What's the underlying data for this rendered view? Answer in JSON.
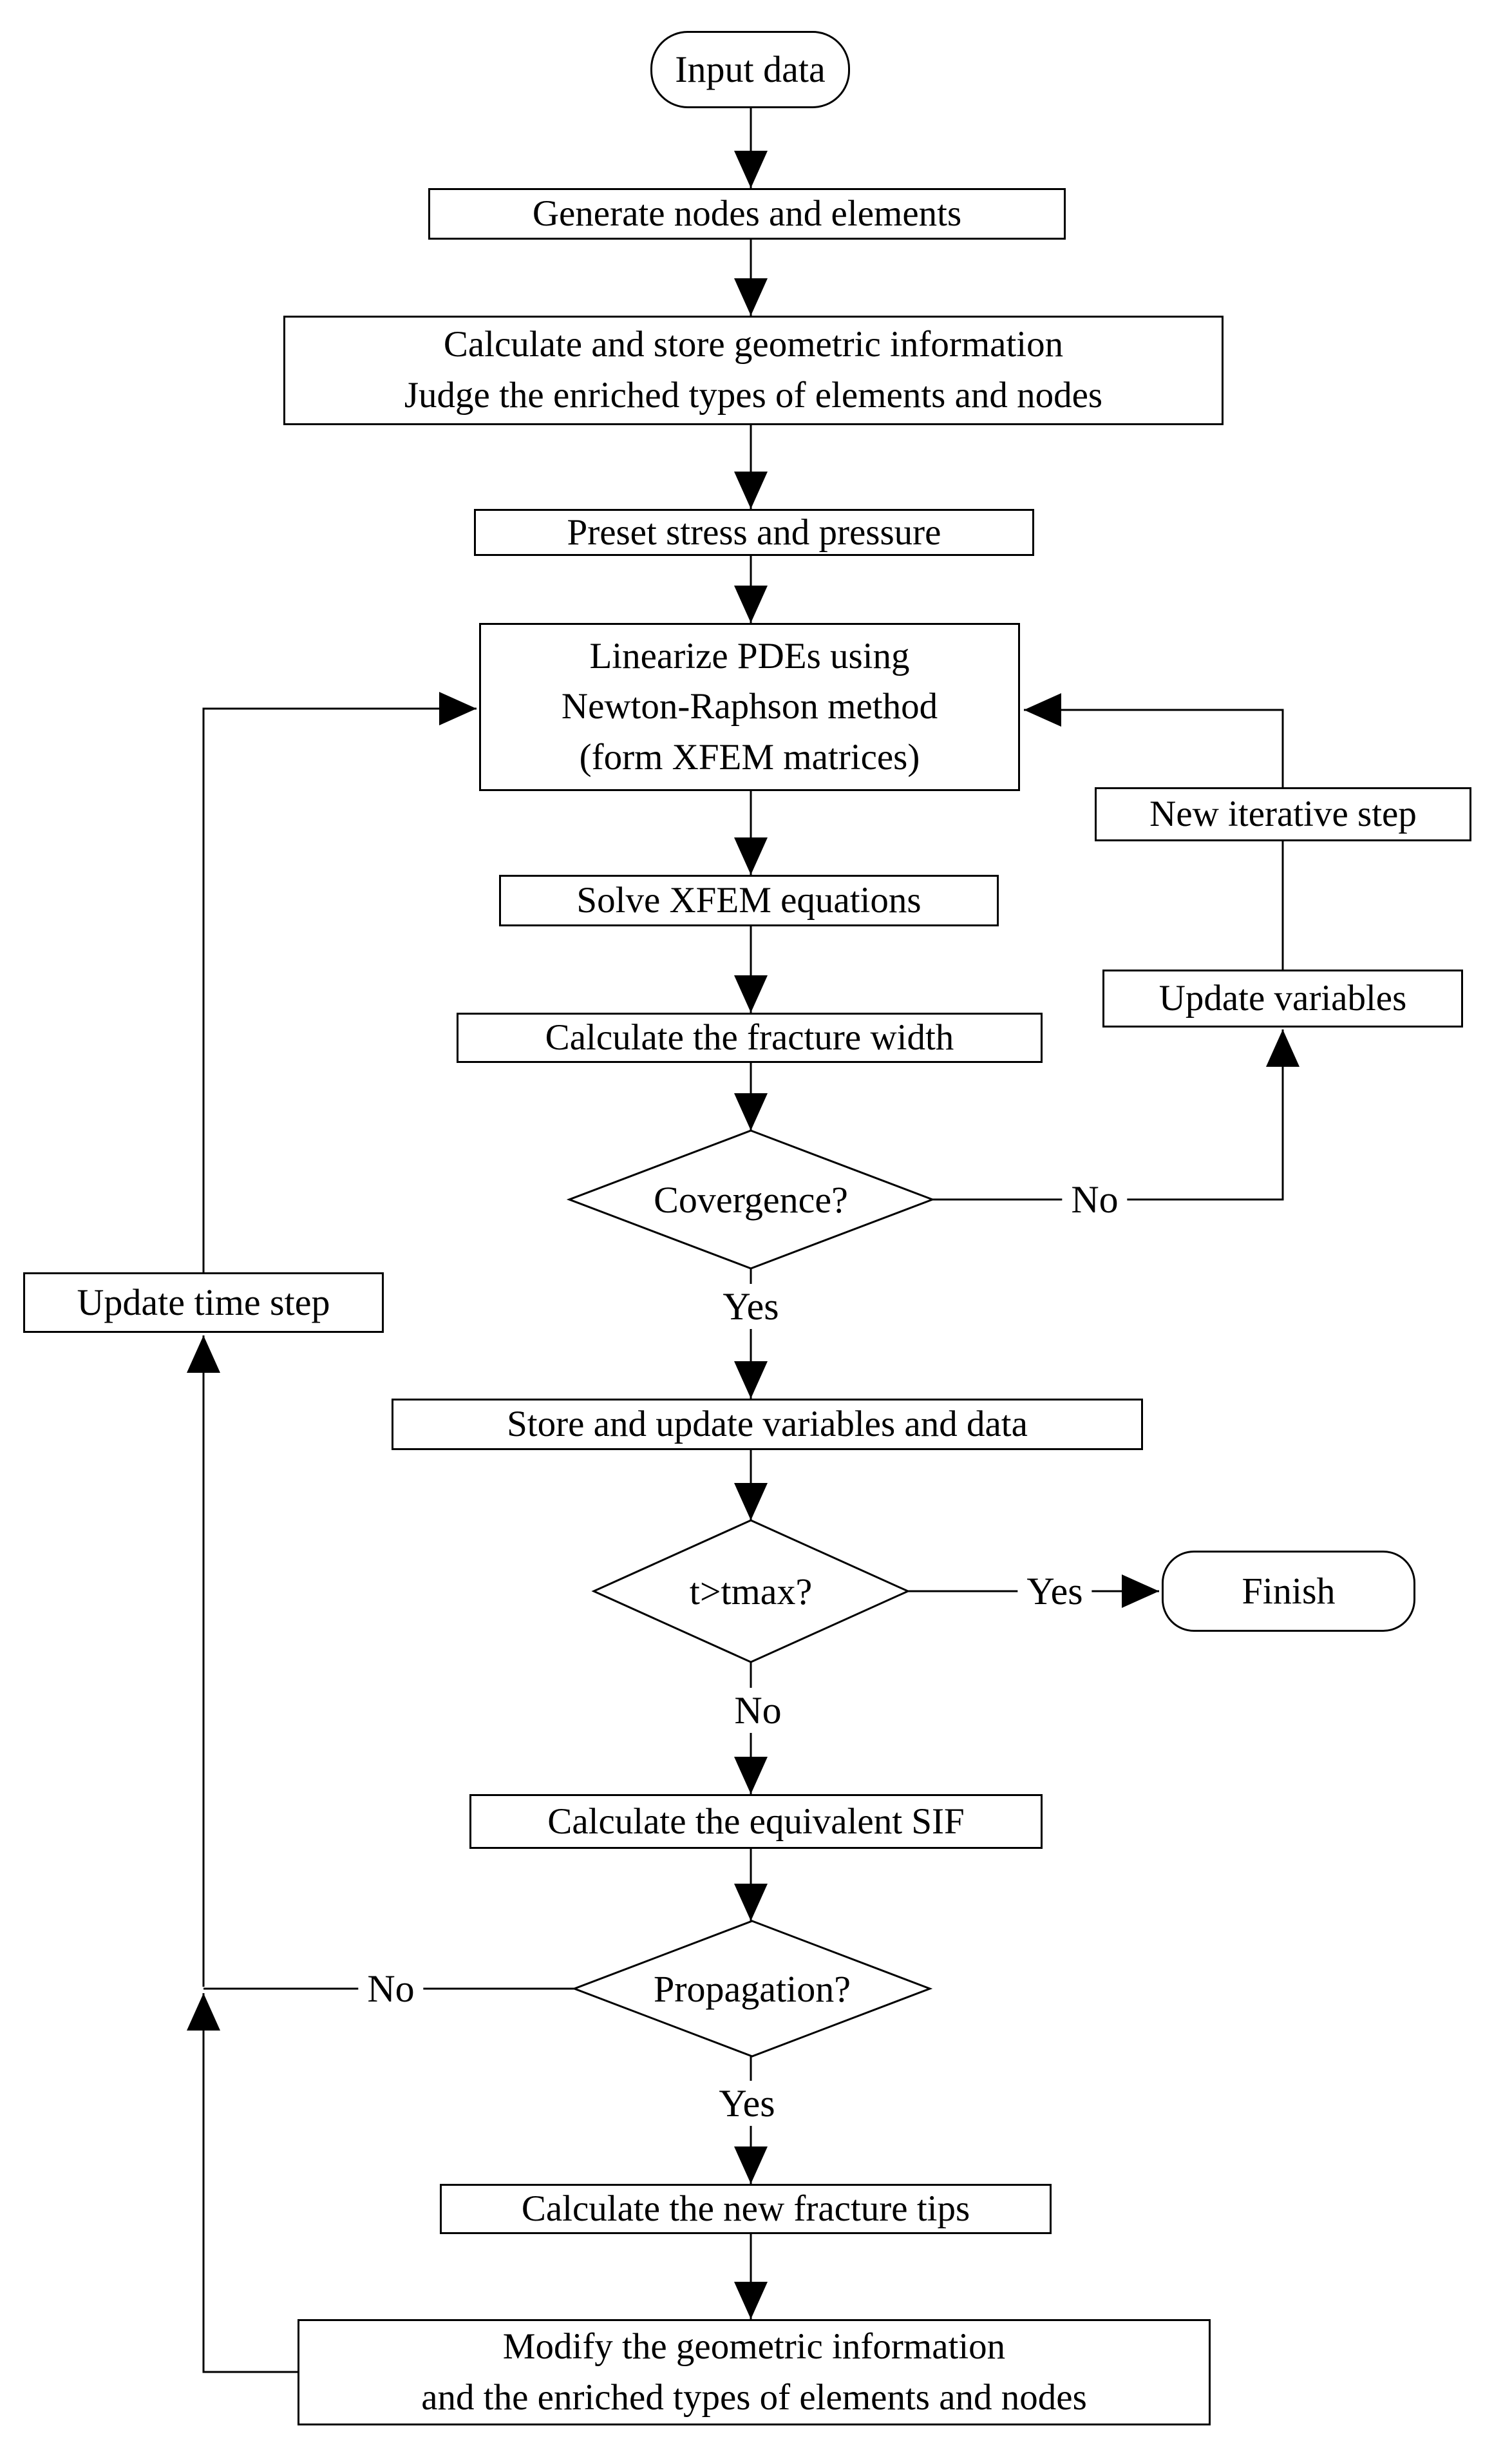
{
  "nodes": {
    "input": {
      "label": "Input data"
    },
    "generate": {
      "label": "Generate nodes and elements"
    },
    "calc_store": {
      "line1": "Calculate and store geometric information",
      "line2": "Judge the enriched types of elements and nodes"
    },
    "preset": {
      "label": "Preset stress and pressure"
    },
    "linearize": {
      "line1": "Linearize PDEs using",
      "line2": "Newton-Raphson method",
      "line3": "(form XFEM matrices)"
    },
    "new_iter": {
      "label": "New iterative step"
    },
    "solve": {
      "label": "Solve XFEM equations"
    },
    "update_vars": {
      "label": "Update variables"
    },
    "calc_width": {
      "label": "Calculate the fracture width"
    },
    "convergence": {
      "label": "Covergence?"
    },
    "update_time": {
      "label": "Update time step"
    },
    "store_update": {
      "label": "Store and update variables and data"
    },
    "tmax": {
      "label": "t>tmax?"
    },
    "finish": {
      "label": "Finish"
    },
    "calc_sif": {
      "label": "Calculate the equivalent SIF"
    },
    "propagation": {
      "label": "Propagation?"
    },
    "calc_tips": {
      "label": "Calculate the new fracture tips"
    },
    "modify": {
      "line1": "Modify the geometric information",
      "line2": "and the enriched types of elements and nodes"
    }
  },
  "edge_labels": {
    "convergence_no": "No",
    "convergence_yes": "Yes",
    "tmax_yes": "Yes",
    "tmax_no": "No",
    "propagation_no": "No",
    "propagation_yes": "Yes"
  },
  "colors": {
    "stroke": "#000000",
    "background": "#ffffff"
  }
}
